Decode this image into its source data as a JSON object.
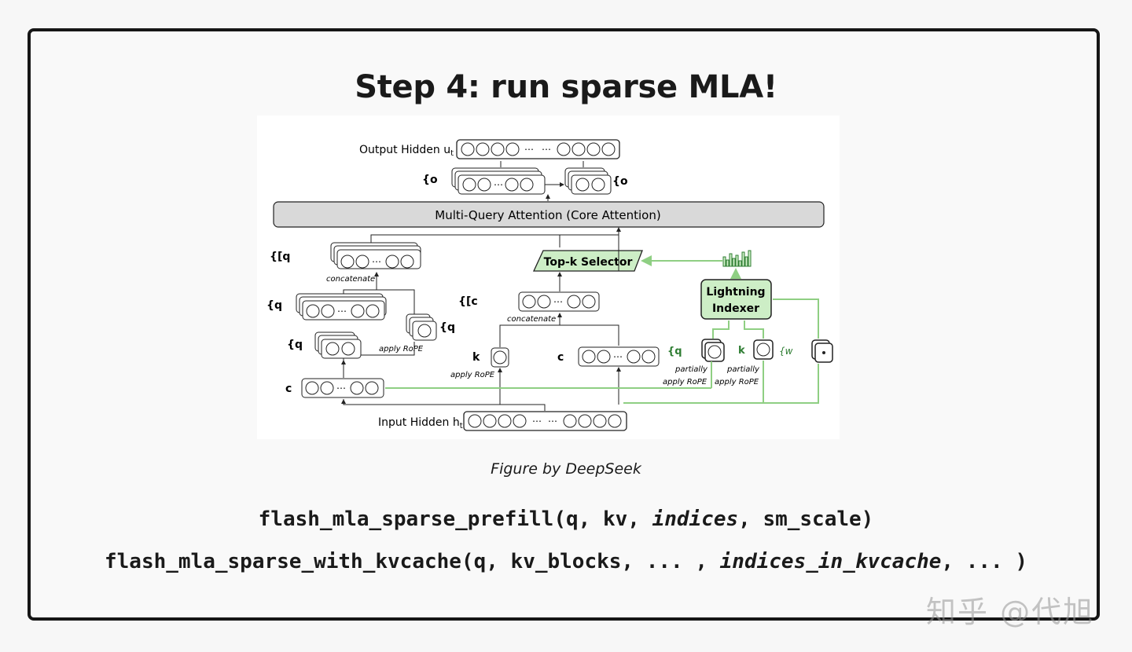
{
  "slide": {
    "title": "Step 4: run sparse MLA!",
    "caption": "Figure by DeepSeek",
    "code_lines": [
      {
        "fn": "flash_mla_sparse_prefill(q, kv, ",
        "hl": "indices",
        "rest": ", sm_scale)"
      },
      {
        "fn": "flash_mla_sparse_with_kvcache(q, kv_blocks, ... , ",
        "hl": "indices_in_kvcache",
        "rest": ", ... )"
      }
    ],
    "watermark": "知乎 @代旭"
  },
  "figure": {
    "output_hidden_label": "Output Hidden u",
    "output_hidden_sub": "t",
    "core_attention_label": "Multi-Query Attention (Core Attention)",
    "topk_label": "Top-k Selector",
    "indexer_label_1": "Lightning",
    "indexer_label_2": "Indexer",
    "input_hidden_label": "Input Hidden h",
    "input_hidden_sub": "t",
    "concatenate": "concatenate",
    "apply_rope": "apply RoPE",
    "partially": "partially",
    "partially_apply_rope": "apply RoPE",
    "sym_oc": "{o",
    "sym_o": "{o",
    "sym_qa_qr": "{[q",
    "sym_qa": "{q",
    "sym_qc": "{q",
    "sym_qr": "{q",
    "sym_cq": "c",
    "sym_ckv_kr": "{[c",
    "sym_kr": "k",
    "sym_ckv": "c",
    "sym_qi": "{q",
    "sym_ki": "k",
    "sym_wi": "{w",
    "dots": "⋯",
    "colors": {
      "green_line": "#8fcf83",
      "green_fill": "#cdeec6",
      "green_dark": "#2e7d32",
      "gray_fill": "#d9d9d9"
    }
  }
}
